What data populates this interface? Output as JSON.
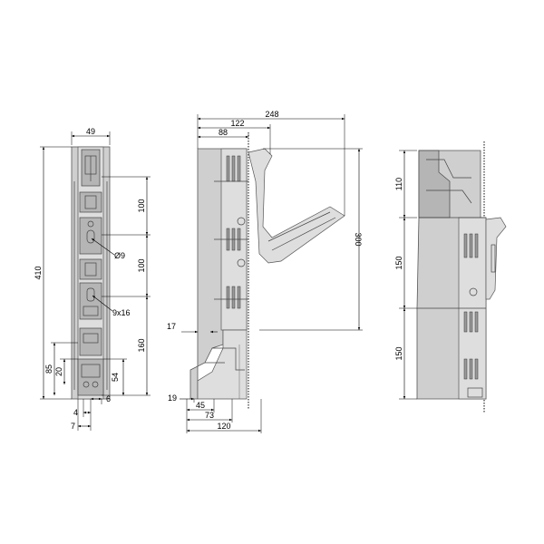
{
  "front_view": {
    "width_top": "49",
    "height_total": "410",
    "pitch_1": "100",
    "pitch_2": "100",
    "pitch_3": "160",
    "hole_dia": "Ø9",
    "slot_size": "9x16",
    "height_85": "85",
    "height_20": "20",
    "height_54": "54",
    "offset_6": "6",
    "offset_4": "4",
    "offset_7": "7"
  },
  "side_view": {
    "depth_248": "248",
    "depth_122": "122",
    "depth_88": "88",
    "height_300": "300",
    "offset_17": "17",
    "offset_19": "19",
    "depth_45": "45",
    "depth_73": "73",
    "depth_120": "120"
  },
  "back_view": {
    "height_110": "110",
    "height_150_a": "150",
    "height_150_b": "150"
  },
  "colors": {
    "body": "#cfcfcf",
    "line": "#000000"
  }
}
